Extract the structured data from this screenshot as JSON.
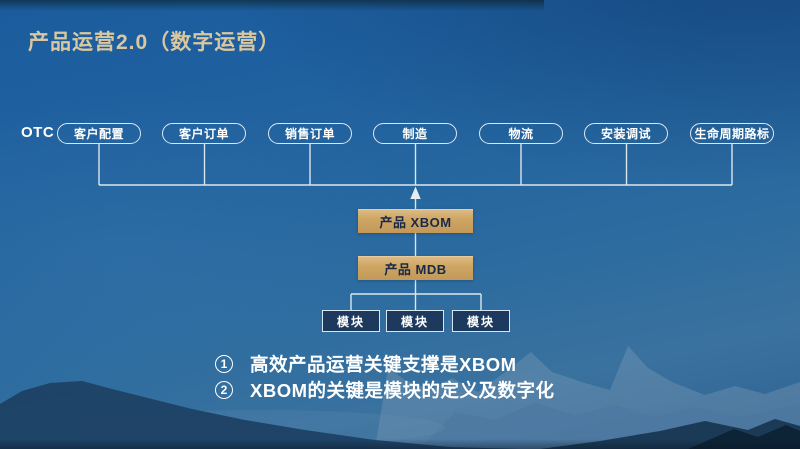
{
  "slide": {
    "title": "产品运营2.0（数字运营）",
    "otc_label": "OTC",
    "pills": [
      "客户配置",
      "客户订单",
      "销售订单",
      "制造",
      "物流",
      "安装调试",
      "生命周期路标"
    ],
    "xbom_box_label": "产品 XBOM",
    "mdb_box_label": "产品 MDB",
    "module_labels": [
      "模块",
      "模块",
      "模块"
    ],
    "notes": [
      {
        "num": "1",
        "text": "高效产品运营关键支撑是XBOM"
      },
      {
        "num": "2",
        "text": "XBOM的关键是模块的定义及数字化"
      }
    ],
    "colors": {
      "title_text": "#d9c89f",
      "gold_box_bg": "#cda460",
      "gold_box_text": "#18294a",
      "module_box_bg": "#1d3a5e",
      "connector_line": "#e4edf4",
      "background_top": "#1b5c9e",
      "background_bottom": "#2e6190"
    }
  }
}
